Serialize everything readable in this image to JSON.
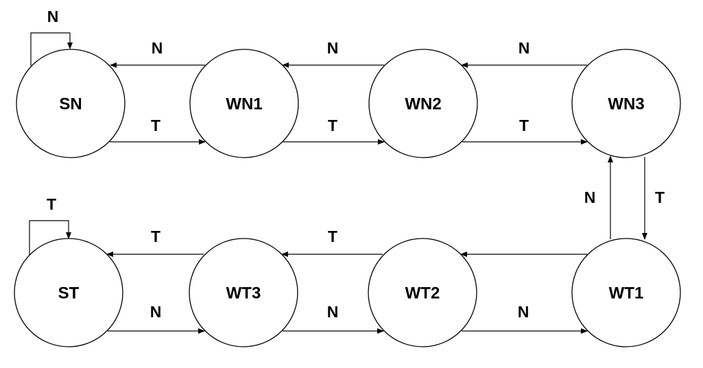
{
  "states": {
    "sn": "SN",
    "wn1": "WN1",
    "wn2": "WN2",
    "wn3": "WN3",
    "st": "ST",
    "wt3": "WT3",
    "wt2": "WT2",
    "wt1": "WT1"
  },
  "transitions": {
    "sn_self": "N",
    "wn1_to_sn": "N",
    "wn2_to_wn1": "N",
    "wn3_to_wn2": "N",
    "sn_to_wn1": "T",
    "wn1_to_wn2": "T",
    "wn2_to_wn3": "T",
    "wt1_to_wn3": "N",
    "wn3_to_wt1": "T",
    "st_self": "T",
    "wt3_to_st": "T",
    "wt2_to_wt3": "T",
    "st_to_wt3": "N",
    "wt3_to_wt2": "N",
    "wt2_to_wt1": "N"
  }
}
